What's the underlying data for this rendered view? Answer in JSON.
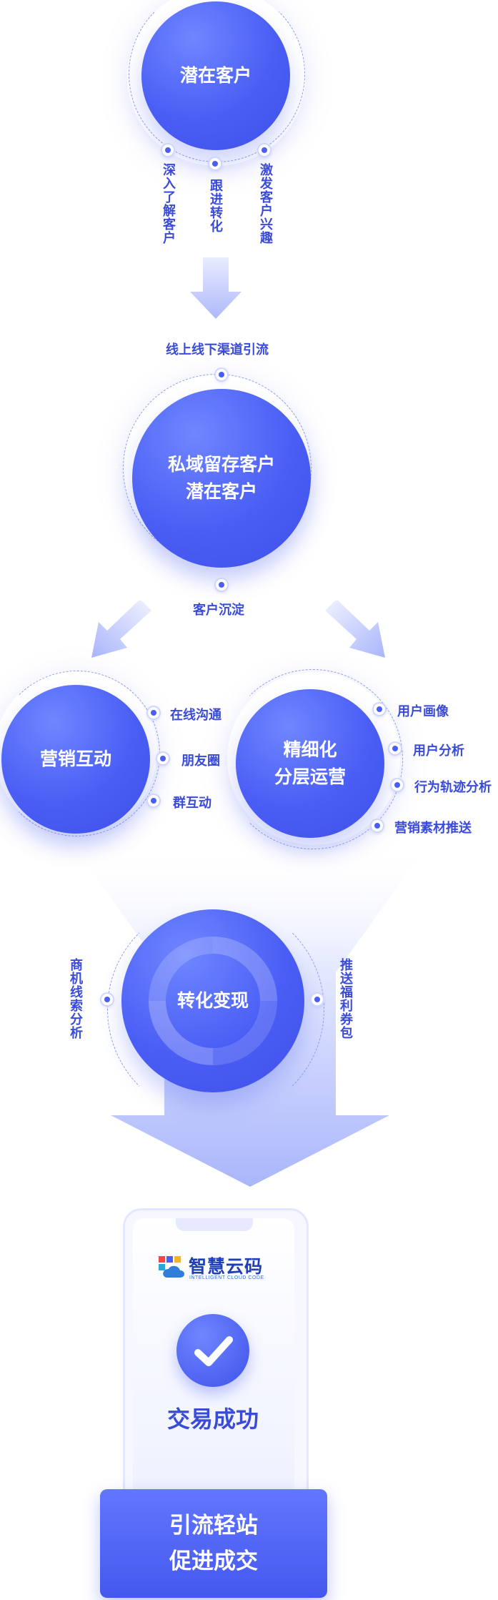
{
  "stage1": {
    "circle_label": "潜在客户",
    "branches": [
      "深入了解客户",
      "跟进转化",
      "激发客户兴趣"
    ]
  },
  "stage2": {
    "top_label": "线上线下渠道引流",
    "circle_line1": "私域留存客户",
    "circle_line2": "潜在客户",
    "bottom_label": "客户沉淀"
  },
  "stage3_left": {
    "circle_label": "营销互动",
    "items": [
      "在线沟通",
      "朋友圈",
      "群互动"
    ]
  },
  "stage3_right": {
    "circle_line1": "精细化",
    "circle_line2": "分层运营",
    "items": [
      "用户画像",
      "用户分析",
      "行为轨迹分析",
      "营销素材推送"
    ]
  },
  "stage4": {
    "circle_label": "转化变现",
    "left_label": "商机线索分析",
    "right_label": "推送福利券包"
  },
  "phone": {
    "logo_title": "智慧云码",
    "logo_subtitle": "INTELLIGENT CLOUD CODE",
    "status": "交易成功"
  },
  "banner": {
    "line1": "引流轻站",
    "line2": "促进成交"
  },
  "colors": {
    "primary": "#4a5ef5",
    "text": "#3a4bd8",
    "light": "#e8ebff"
  }
}
